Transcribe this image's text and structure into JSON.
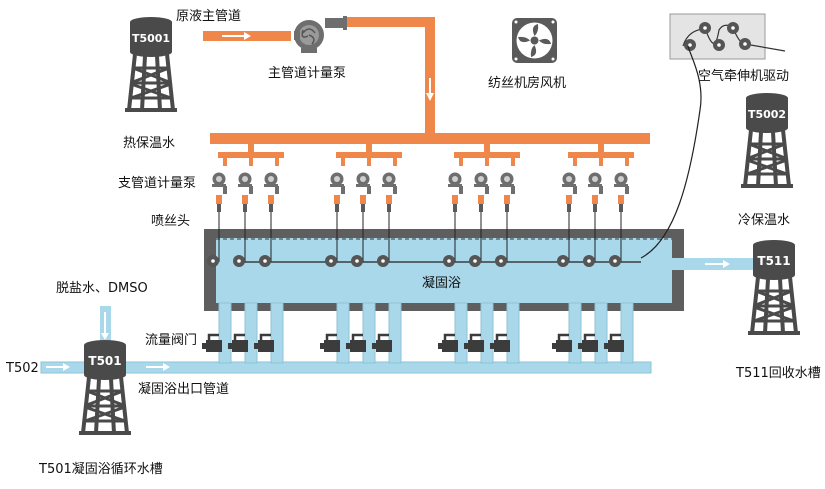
{
  "labels": {
    "raw_liquid_main_pipe": "原液主管道",
    "main_pipe_metering_pump": "主管道计量泵",
    "spinning_room_fan": "纺丝机房风机",
    "air_stretcher_drive": "空气牵伸机驱动",
    "hot_insulated_water": "热保温水",
    "cold_insulated_water": "冷保温水",
    "branch_pipe_metering_pump": "支管道计量泵",
    "spinneret": "喷丝头",
    "coagulation_bath": "凝固浴",
    "desalted_water_dmso": "脱盐水、DMSO",
    "flow_valve": "流量阀门",
    "t502": "T502",
    "coagulation_outlet_pipe": "凝固浴出口管道",
    "t501_tank_name": "T501凝固浴循环水槽",
    "t511_tank_name": "T511回收水槽"
  },
  "tanks": {
    "t5001": "T5001",
    "t5002": "T5002",
    "t511": "T511",
    "t501": "T501"
  },
  "colors": {
    "orange_pipe": "#F0874A",
    "bath_water": "#A8D8EA",
    "tank_grey": "#4A4A4A",
    "pump_grey": "#6E6E6E"
  }
}
